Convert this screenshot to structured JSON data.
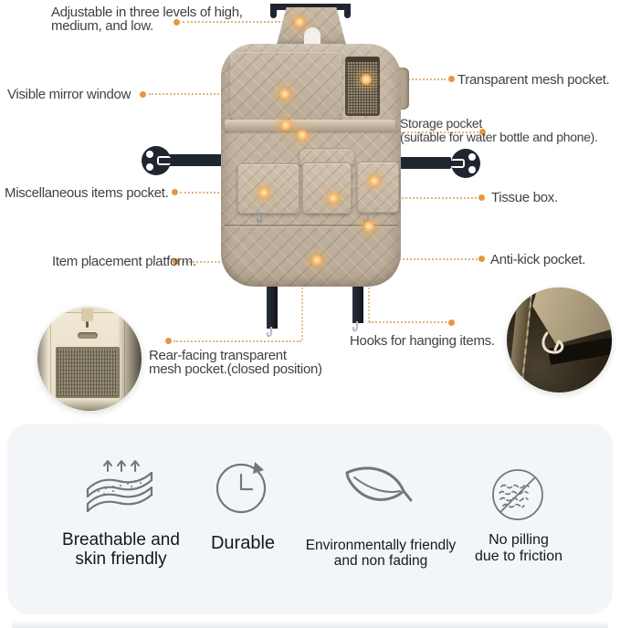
{
  "colors": {
    "accent_orange": "#e8963e",
    "leader_line": "#d6aa6e",
    "label_text": "#414141",
    "product_beige": "#c4b6a3",
    "hardware_black": "#20262f",
    "card_bg": "#f3f6f8",
    "icon_gray": "#71777e",
    "feature_text": "#17181b"
  },
  "callouts": [
    {
      "id": "adjustable",
      "lines": [
        "Adjustable in three levels of high,",
        "medium, and low."
      ]
    },
    {
      "id": "mirror-window",
      "lines": [
        "Visible mirror window"
      ]
    },
    {
      "id": "mesh-pocket",
      "lines": [
        "Transparent mesh pocket."
      ]
    },
    {
      "id": "storage-pocket",
      "lines": [
        "Storage pocket",
        "(suitable for water bottle and phone)."
      ]
    },
    {
      "id": "tissue-box",
      "lines": [
        "Tissue box."
      ]
    },
    {
      "id": "misc-pocket",
      "lines": [
        "Miscellaneous items pocket."
      ]
    },
    {
      "id": "platform",
      "lines": [
        "Item placement platform."
      ]
    },
    {
      "id": "anti-kick",
      "lines": [
        "Anti-kick pocket."
      ]
    },
    {
      "id": "rear-mesh",
      "lines": [
        "Rear-facing transparent",
        "mesh pocket.(closed position)"
      ]
    },
    {
      "id": "hooks",
      "lines": [
        "Hooks for hanging items."
      ]
    }
  ],
  "features": [
    {
      "icon": "breathable-fabric-icon",
      "lines": [
        "Breathable and",
        "skin friendly"
      ]
    },
    {
      "icon": "clock-durability-icon",
      "lines": [
        "Durable"
      ]
    },
    {
      "icon": "leaf-icon",
      "lines": [
        "Environmentally friendly",
        "and non fading"
      ]
    },
    {
      "icon": "no-pilling-icon",
      "lines": [
        "No pilling",
        "due to friction"
      ]
    }
  ]
}
